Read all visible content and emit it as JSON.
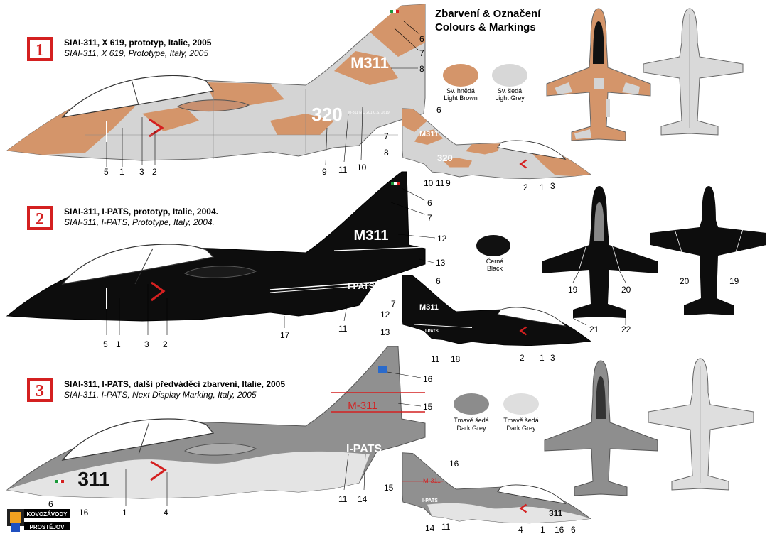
{
  "header": {
    "title_cz": "Zbarvení & Označení",
    "title_en": "Colours & Markings"
  },
  "schemes": [
    {
      "number": "1",
      "title_cz": "SIAI-311, X 619, prototyp, Italie, 2005",
      "title_en": "SIAI-311, X 619, Prototype, Italy, 2005",
      "tail_code": "M311",
      "fuselage_code": "320",
      "serial_small": "M-311 N C 201 C.S. X619",
      "callouts_side": [
        "6",
        "7",
        "8",
        "5",
        "1",
        "3",
        "2",
        "9",
        "11",
        "10"
      ],
      "callouts_small": [
        "6",
        "7",
        "8",
        "10",
        "11",
        "9",
        "2",
        "1",
        "3"
      ],
      "swatches": [
        {
          "label_cz": "Sv. hnědá",
          "label_en": "Light Brown",
          "color": "#d4956a"
        },
        {
          "label_cz": "Sv. šedá",
          "label_en": "Light Grey",
          "color": "#d7d7d7"
        }
      ]
    },
    {
      "number": "2",
      "title_cz": "SIAI-311, I-PATS, prototyp, Italie, 2004.",
      "title_en": "SIAI-311, I-PATS, Prototype, Italy, 2004.",
      "tail_code": "M311",
      "fuselage_code": "I-PATS",
      "callouts_side": [
        "6",
        "7",
        "12",
        "13",
        "5",
        "1",
        "3",
        "2",
        "17",
        "11"
      ],
      "callouts_small": [
        "6",
        "7",
        "12",
        "13",
        "11",
        "18",
        "2",
        "1",
        "3"
      ],
      "callouts_plan": [
        "19",
        "20",
        "21",
        "22",
        "20",
        "19"
      ],
      "swatches": [
        {
          "label_cz": "Černá",
          "label_en": "Black",
          "color": "#111111"
        }
      ]
    },
    {
      "number": "3",
      "title_cz": "SIAI-311, I-PATS, další předváděcí zbarvení, Italie, 2005",
      "title_en": "SIAI-311, I-PATS, Next Display Marking, Italy, 2005",
      "tail_code": "M-311",
      "fuselage_code": "I-PATS",
      "nose_code": "311",
      "callouts_side": [
        "16",
        "15",
        "6",
        "16",
        "1",
        "4",
        "11",
        "14"
      ],
      "callouts_small": [
        "16",
        "15",
        "14",
        "11",
        "4",
        "1",
        "16",
        "6"
      ],
      "swatches": [
        {
          "label_cz": "Tmavě šedá",
          "label_en": "Dark Grey",
          "color": "#8c8c8c"
        },
        {
          "label_cz": "Tmavě šedá",
          "label_en": "Dark Grey",
          "color": "#dedede"
        }
      ]
    }
  ],
  "logo": {
    "line1": "KOVOZÁVODY",
    "line2": "PROSTĚJOV"
  },
  "colors": {
    "brown": "#d4956a",
    "light_grey": "#d4d4d4",
    "dark_grey": "#8e8e8e",
    "black": "#0d0d0d",
    "red": "#d42020",
    "badge_red": "#d42020"
  }
}
